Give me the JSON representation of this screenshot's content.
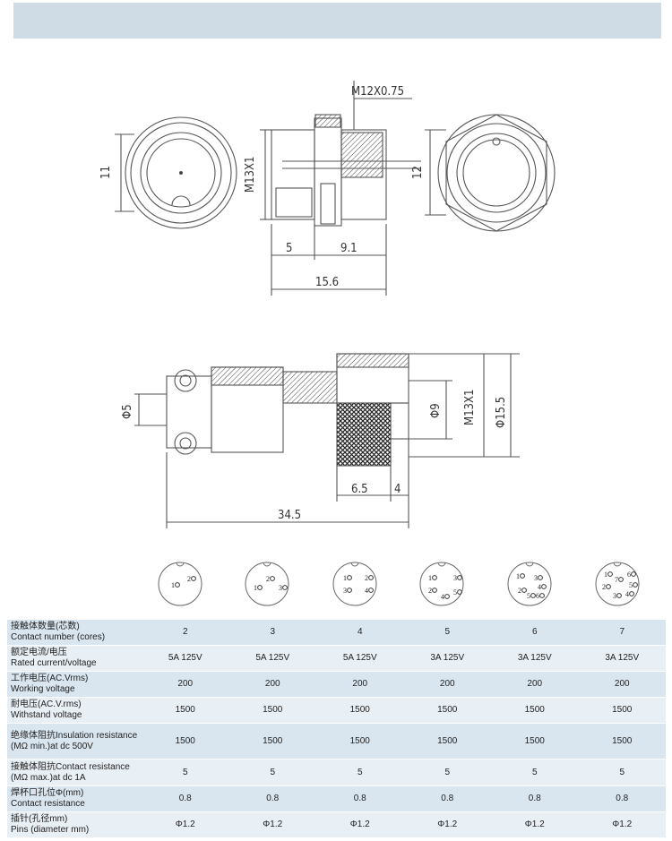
{
  "dimensions": {
    "thread": "M12X0.75",
    "left_dia": "11",
    "body_thread": "M13X1",
    "right_dia": "12",
    "len_a": "5",
    "len_b": "9.1",
    "len_total": "15.6",
    "plug_pin_dia": "Φ5",
    "plug_inner": "Φ9",
    "plug_thread": "M13X1",
    "plug_outer": "Φ15.5",
    "plug_knurl": "6.5",
    "plug_end": "4",
    "plug_total": "34.5"
  },
  "pinouts": [
    {
      "cores": "2",
      "pins": [
        "1",
        "2"
      ]
    },
    {
      "cores": "3",
      "pins": [
        "1",
        "2",
        "3"
      ]
    },
    {
      "cores": "4",
      "pins": [
        "1",
        "2",
        "3",
        "4"
      ]
    },
    {
      "cores": "5",
      "pins": [
        "1",
        "2",
        "3",
        "4",
        "5"
      ]
    },
    {
      "cores": "6",
      "pins": [
        "1",
        "2",
        "3",
        "4",
        "5",
        "6"
      ]
    },
    {
      "cores": "7",
      "pins": [
        "1",
        "2",
        "3",
        "4",
        "5",
        "6",
        "7"
      ]
    }
  ],
  "table": {
    "rows": [
      {
        "cn": "接触体数量(芯数)",
        "en": "Contact number (cores)",
        "values": [
          "2",
          "3",
          "4",
          "5",
          "6",
          "7"
        ]
      },
      {
        "cn": "额定电流/电压",
        "en": "Rated current/voltage",
        "values": [
          "5A 125V",
          "5A 125V",
          "5A 125V",
          "3A 125V",
          "3A 125V",
          "3A 125V"
        ]
      },
      {
        "cn": "工作电压(AC.Vrms)",
        "en": "Working voltage",
        "values": [
          "200",
          "200",
          "200",
          "200",
          "200",
          "200"
        ]
      },
      {
        "cn": "耐电压(AC.V.rms)",
        "en": "Withstand voltage",
        "values": [
          "1500",
          "1500",
          "1500",
          "1500",
          "1500",
          "1500"
        ]
      },
      {
        "cn": "绝缘体阻抗Insulation resistance",
        "en": "(MΩ min.)at dc 500V",
        "values": [
          "1500",
          "1500",
          "1500",
          "1500",
          "1500",
          "1500"
        ]
      },
      {
        "cn": "接触体阻抗Contact resistance",
        "en": "(MΩ max.)at dc 1A",
        "values": [
          "5",
          "5",
          "5",
          "5",
          "5",
          "5"
        ]
      },
      {
        "cn": "焊杯口孔位Φ(mm)",
        "en": "Contact resistance",
        "values": [
          "0.8",
          "0.8",
          "0.8",
          "0.8",
          "0.8",
          "0.8"
        ]
      },
      {
        "cn": "插针(孔径mm)",
        "en": "Pins (diameter mm)",
        "values": [
          "Φ1.2",
          "Φ1.2",
          "Φ1.2",
          "Φ1.2",
          "Φ1.2",
          "Φ1.2"
        ]
      }
    ]
  }
}
